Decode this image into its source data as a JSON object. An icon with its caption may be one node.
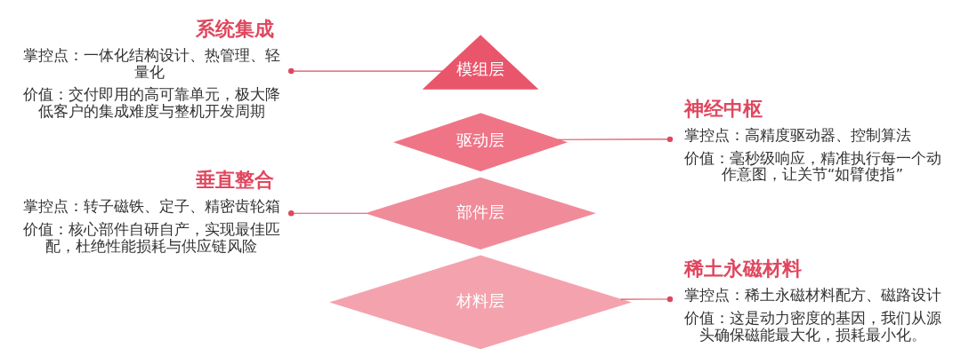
{
  "diagram": {
    "nodes": [
      {
        "text": [
          "模组层"
        ]
      },
      {
        "text": [
          "驱动层"
        ]
      },
      {
        "text": [
          "部件层"
        ]
      },
      {
        "text": [
          "材料层"
        ]
      },
      {
        "text": [
          "系统集成",
          "掌控点：一体化结构设计、热管理、轻量化",
          "价值：交付即用的高可靠单元，极大降低客户的集成难度与整机开发周期"
        ]
      },
      {
        "text": [
          "神经中枢",
          "掌控点：高精度驱动器、控制算法",
          "价值：毫秒级响应，精准执行每一个动作意图，让关节“如臂使指”"
        ]
      },
      {
        "text": [
          "垂直整合",
          "掌控点：转子磁铁、定子、精密齿轮箱",
          "价值：核心部件自研自产，实现最佳匹配，杜绝性能损耗与供应链风险"
        ]
      },
      {
        "text": [
          "稀土永磁材料",
          "掌控点：稀土永磁材料配方、磁路设计",
          "价值：这是动力密度的基因，我们从源头确保磁能最大化，损耗最小化。"
        ]
      }
    ],
    "edges": [
      {
        "from": 4,
        "to": 0,
        "arrow": "other"
      },
      {
        "from": 5,
        "to": 1,
        "arrow": "other"
      },
      {
        "from": 6,
        "to": 2,
        "arrow": "other"
      },
      {
        "from": 7,
        "to": 3,
        "arrow": "other"
      }
    ]
  }
}
